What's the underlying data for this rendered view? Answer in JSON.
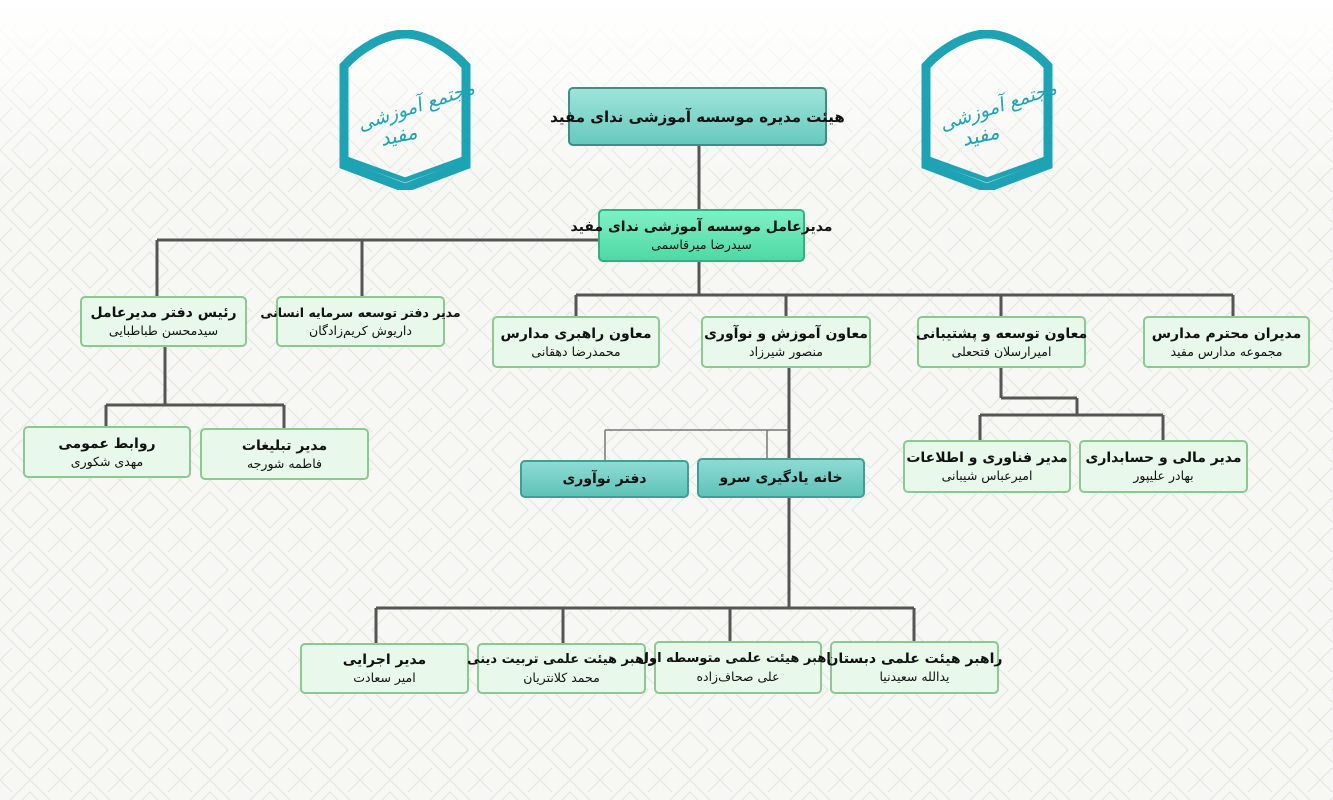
{
  "logo": {
    "text_line1": "مجتمع آموزشی",
    "text_line2": "مفید",
    "color": "#1ea3b5"
  },
  "colors": {
    "line": "#555555",
    "box_fill": "#e8f8ea",
    "box_border": "#8ac98f",
    "accent_teal": "#5fc3b9"
  },
  "board": {
    "title": "هیئت مدیره موسسه آموزشی ندای مفید"
  },
  "ceo": {
    "title": "مدیرعامل موسسه آموزشی ندای مفید",
    "name": "سیدرضا میرقاسمی"
  },
  "level2": [
    {
      "title": "رئیس دفتر مدیرعامل",
      "name": "سیدمحسن طباطبایی"
    },
    {
      "title": "مدیر دفتر توسعه سرمایه انسانی",
      "name": "داریوش کریم‌زادگان"
    },
    {
      "title": "معاون راهبری مدارس",
      "name": "محمدرضا دهقانی"
    },
    {
      "title": "معاون آموزش و نوآوری",
      "name": "منصور شیرزاد"
    },
    {
      "title": "معاون توسعه و پشتیبانی",
      "name": "امیرارسلان فتحعلی"
    },
    {
      "title": "مدیران محترم مدارس",
      "name": "مجموعه مدارس مفید"
    }
  ],
  "office_units": [
    {
      "title": "روابط عمومی",
      "name": "مهدی شکوری"
    },
    {
      "title": "مدیر تبلیغات",
      "name": "فاطمه شورجه"
    }
  ],
  "innovation_units": [
    {
      "title": "دفتر نوآوری"
    },
    {
      "title": "خانه یادگیری سرو"
    }
  ],
  "support_units": [
    {
      "title": "مدیر فناوری و اطلاعات",
      "name": "امیرعباس شیبانی"
    },
    {
      "title": "مدیر مالی و حسابداری",
      "name": "بهادر علیپور"
    }
  ],
  "bottom_units": [
    {
      "title": "مدیر اجرایی",
      "name": "امیر سعادت"
    },
    {
      "title": "راهبر هیئت علمی تربیت دینی",
      "name": "محمد کلانتریان"
    },
    {
      "title": "راهبر هیئت علمی متوسطه اول",
      "name": "علی صحاف‌زاده"
    },
    {
      "title": "راهبر هیئت علمی دبستان",
      "name": "یدالله سعیدنیا"
    }
  ]
}
